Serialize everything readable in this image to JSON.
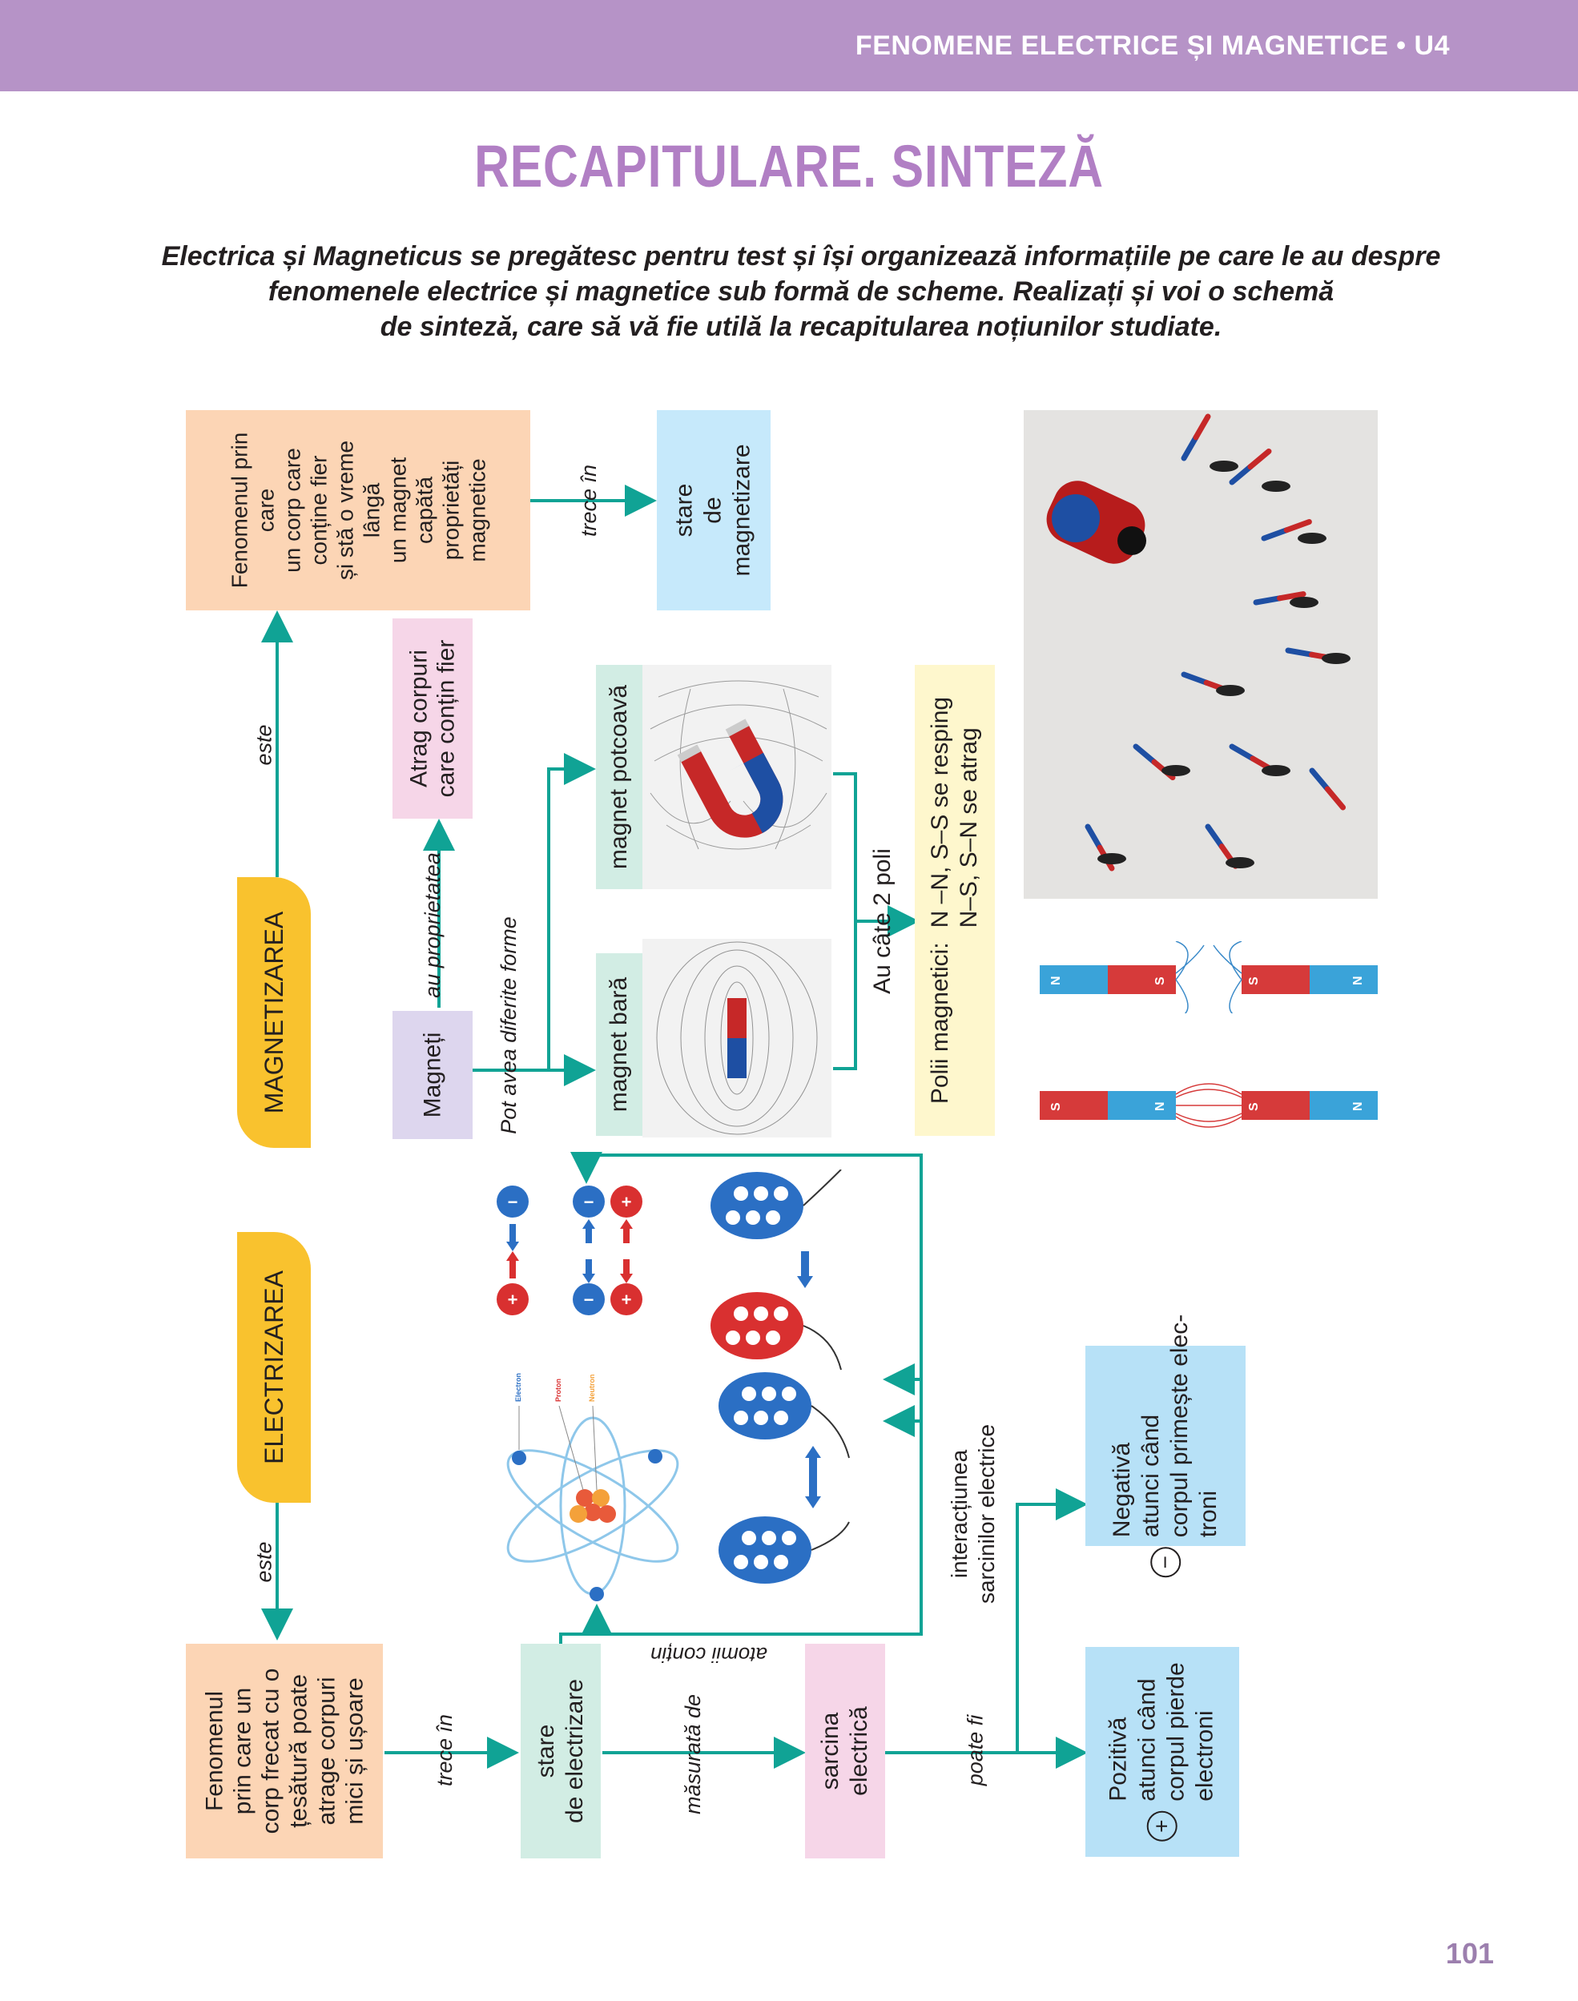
{
  "header": {
    "section": "FENOMENE ELECTRICE ȘI MAGNETICE • U4"
  },
  "title": "RECAPITULARE. SINTEZĂ",
  "intro": [
    "Electrica și Magneticus se pregătesc pentru test și își organizează informațiile pe care le au despre",
    "fenomenele electrice și magnetice sub formă de scheme. Realizați și voi o schemă",
    "de sinteză, care să vă fie utilă la recapitularea noțiunilor studiate."
  ],
  "magnetism": {
    "pill": "MAGNETIZAREA",
    "link_este": "este",
    "definition": [
      "Fenomenul prin",
      "care",
      "un corp care",
      "conține fier",
      "și stă o vreme",
      "lângă",
      "un magnet",
      "capătă",
      "proprietăți",
      "magnetice"
    ],
    "link_trece": "trece în",
    "state": [
      "stare",
      "de",
      "magnetizare"
    ],
    "magnets": "Magneți",
    "link_proprietatea": "au proprietatea",
    "property": [
      "Atrag corpuri",
      "care conțin fier"
    ],
    "link_forme": "Pot avea diferite forme",
    "horseshoe": "magnet potcoavă",
    "bar": "magnet bară",
    "link_poli": "Au câte 2 poli",
    "poles_title": "Polii magnetici:",
    "poles_rules": [
      "N –N, S–S se resping",
      "N–S, S–N se atrag"
    ],
    "pole_labels": {
      "N": "N",
      "S": "S"
    }
  },
  "electricity": {
    "pill": "ELECTRIZAREA",
    "link_este": "este",
    "definition": [
      "Fenomenul",
      "prin care un",
      "corp frecat cu o",
      "țesătură poate",
      "atrage corpuri",
      "mici și ușoare"
    ],
    "link_trece": "trece în",
    "state": [
      "stare",
      "de electrizare"
    ],
    "link_masurata": "măsurată de",
    "charge": [
      "sarcina",
      "electrică"
    ],
    "link_poate": "poate fi",
    "negative": [
      "Negativă",
      "atunci când",
      "corpul primește elec-",
      "troni"
    ],
    "positive": [
      "Pozitivă",
      "atunci când",
      "corpul pierde",
      "electroni"
    ],
    "sign_minus": "−",
    "sign_plus": "+",
    "link_interactiunea": [
      "interacțiunea",
      "sarcinilor electrice"
    ],
    "link_atomii": "atomii conțin",
    "atom_labels": [
      "Electron",
      "Proton",
      "Neutron"
    ]
  },
  "page_number": "101"
}
